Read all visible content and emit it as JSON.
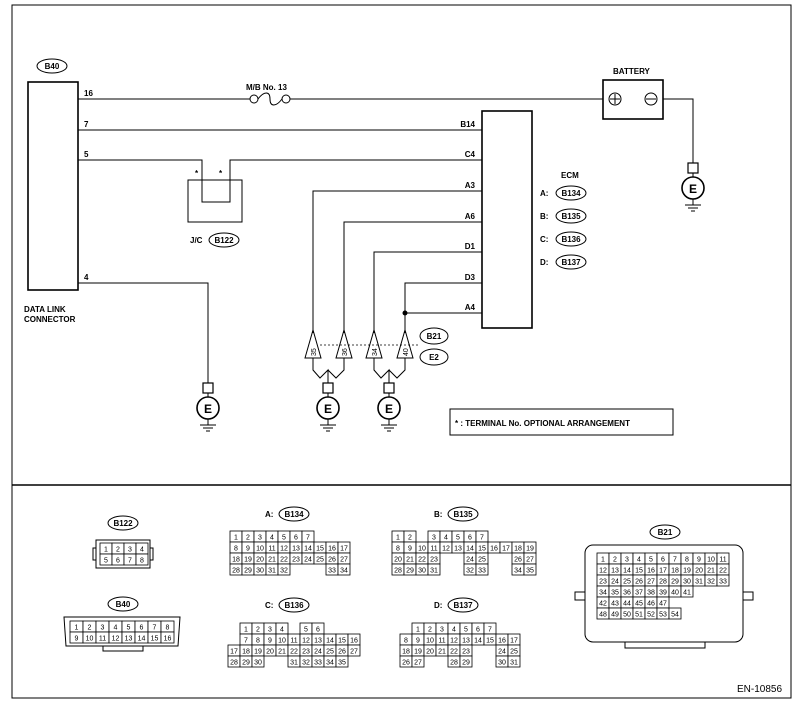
{
  "wiring": {
    "dlc": {
      "tag": "B40",
      "name_line1": "DATA LINK",
      "name_line2": "CONNECTOR",
      "pins": [
        "16",
        "7",
        "5",
        "4"
      ]
    },
    "fuse_label": "M/B No. 13",
    "battery_label": "BATTERY",
    "jc": {
      "label": "J/C",
      "tag": "B122",
      "star": "*"
    },
    "ecm": {
      "label": "ECM",
      "connectors": [
        {
          "prefix": "A:",
          "tag": "B134"
        },
        {
          "prefix": "B:",
          "tag": "B135"
        },
        {
          "prefix": "C:",
          "tag": "B136"
        },
        {
          "prefix": "D:",
          "tag": "B137"
        }
      ],
      "terminals": [
        "B14",
        "C4",
        "A3",
        "A6",
        "D1",
        "D3",
        "A4"
      ]
    },
    "joint_tags": [
      "B21",
      "E2"
    ],
    "joint_pins": [
      "35",
      "36",
      "34",
      "40"
    ],
    "ground_letter": "E",
    "note": "* : TERMINAL No. OPTIONAL ARRANGEMENT"
  },
  "connectors_panel": {
    "b122": {
      "tag": "B122",
      "rows": [
        [
          "1",
          "2",
          "3",
          "4"
        ],
        [
          "5",
          "6",
          "7",
          "8"
        ]
      ]
    },
    "b40": {
      "tag": "B40",
      "rows": [
        [
          "1",
          "2",
          "3",
          "4",
          "5",
          "6",
          "7",
          "8"
        ],
        [
          "9",
          "10",
          "11",
          "12",
          "13",
          "14",
          "15",
          "16"
        ]
      ]
    },
    "b134": {
      "prefix": "A:",
      "tag": "B134",
      "rows": [
        [
          "1",
          "2",
          "3",
          "4",
          "5",
          "6",
          "7"
        ],
        [
          "8",
          "9",
          "10",
          "11",
          "12",
          "13",
          "14",
          "15",
          "16",
          "17"
        ],
        [
          "18",
          "19",
          "20",
          "21",
          "22",
          "23",
          "24",
          "25",
          "26",
          "27"
        ],
        [
          "28",
          "29",
          "30",
          "31",
          "32",
          "",
          "",
          "",
          "33",
          "34"
        ]
      ]
    },
    "b135": {
      "prefix": "B:",
      "tag": "B135",
      "rows": [
        [
          "1",
          "2",
          "",
          "3",
          "4",
          "5",
          "6",
          "7"
        ],
        [
          "8",
          "9",
          "10",
          "11",
          "12",
          "13",
          "14",
          "15",
          "16",
          "17",
          "18",
          "19"
        ],
        [
          "20",
          "21",
          "22",
          "23",
          "",
          "",
          "24",
          "25",
          "",
          "",
          "26",
          "27"
        ],
        [
          "28",
          "29",
          "30",
          "31",
          "",
          "",
          "32",
          "33",
          "",
          "",
          "34",
          "35"
        ]
      ]
    },
    "b136": {
      "prefix": "C:",
      "tag": "B136",
      "rows": [
        [
          "",
          "1",
          "2",
          "3",
          "4",
          "",
          "5",
          "6"
        ],
        [
          "",
          "7",
          "8",
          "9",
          "10",
          "11",
          "12",
          "13",
          "14",
          "15",
          "16"
        ],
        [
          "17",
          "18",
          "19",
          "20",
          "21",
          "22",
          "23",
          "24",
          "25",
          "26",
          "27"
        ],
        [
          "28",
          "29",
          "30",
          "",
          "",
          "31",
          "32",
          "33",
          "34",
          "35"
        ]
      ]
    },
    "b137": {
      "prefix": "D:",
      "tag": "B137",
      "rows": [
        [
          "",
          "1",
          "2",
          "3",
          "4",
          "5",
          "6",
          "7"
        ],
        [
          "8",
          "9",
          "10",
          "11",
          "12",
          "13",
          "14",
          "15",
          "16",
          "17"
        ],
        [
          "18",
          "19",
          "20",
          "21",
          "22",
          "23",
          "",
          "",
          "24",
          "25"
        ],
        [
          "26",
          "27",
          "",
          "",
          "28",
          "29",
          "",
          "",
          "30",
          "31"
        ]
      ]
    },
    "b21": {
      "tag": "B21",
      "rows": [
        [
          "1",
          "2",
          "3",
          "4",
          "5",
          "6",
          "7",
          "8",
          "9",
          "10",
          "11"
        ],
        [
          "12",
          "13",
          "14",
          "15",
          "16",
          "17",
          "18",
          "19",
          "20",
          "21",
          "22"
        ],
        [
          "23",
          "24",
          "25",
          "26",
          "27",
          "28",
          "29",
          "30",
          "31",
          "32",
          "33"
        ],
        [
          "34",
          "35",
          "36",
          "37",
          "38",
          "39",
          "40",
          "41"
        ],
        [
          "42",
          "43",
          "44",
          "45",
          "46",
          "47"
        ],
        [
          "48",
          "49",
          "50",
          "51",
          "52",
          "53",
          "54"
        ]
      ]
    }
  },
  "figure_id": "EN-10856"
}
